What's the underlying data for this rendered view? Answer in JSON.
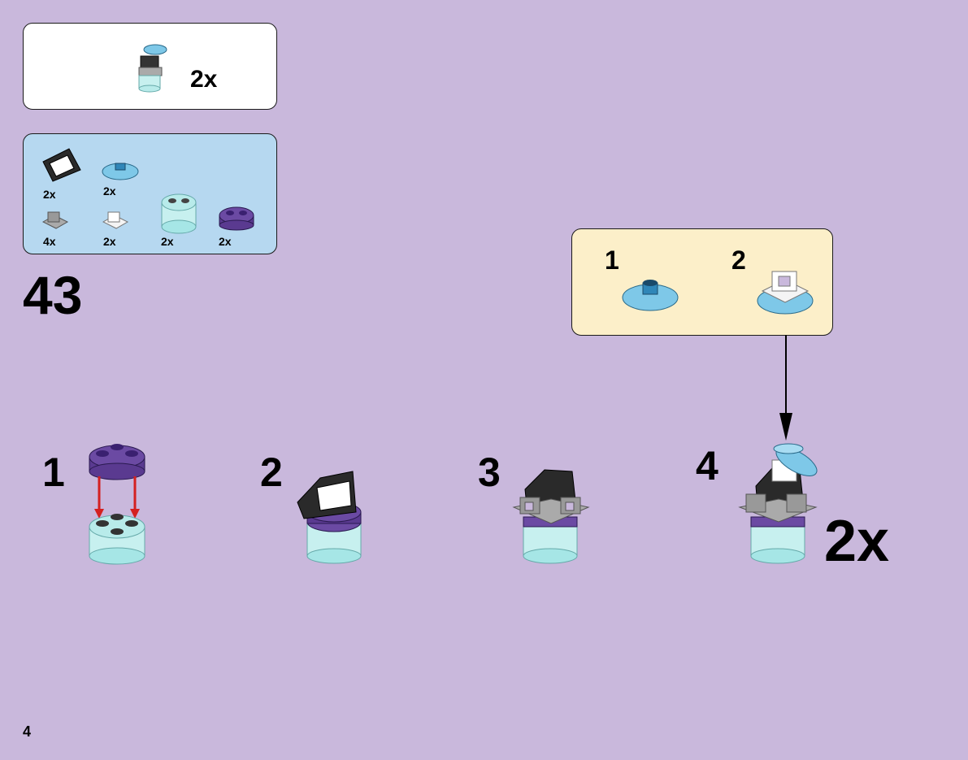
{
  "submodel": {
    "count": "2x"
  },
  "parts_list": {
    "items": [
      {
        "name": "black-slope-panel",
        "count": "2x"
      },
      {
        "name": "trans-blue-dish",
        "count": "2x"
      },
      {
        "name": "gray-clip-plate",
        "count": "4x"
      },
      {
        "name": "white-clip-plate",
        "count": "2x"
      },
      {
        "name": "trans-light-blue-round-brick",
        "count": "2x"
      },
      {
        "name": "purple-round-plate",
        "count": "2x"
      }
    ]
  },
  "step": {
    "number": "43"
  },
  "callout": {
    "steps": [
      {
        "label": "1"
      },
      {
        "label": "2"
      }
    ]
  },
  "substeps": [
    {
      "label": "1"
    },
    {
      "label": "2"
    },
    {
      "label": "3"
    },
    {
      "label": "4"
    }
  ],
  "result_count": "2x",
  "page_number": "4",
  "colors": {
    "background": "#c9b8dc",
    "parts_box": "#b6d8f0",
    "callout_box": "#fcefc9",
    "purple": "#6b4aa3",
    "trans_blue": "#a6e6e6",
    "dish_blue": "#7ec8e8",
    "arrow_red": "#d42020"
  }
}
